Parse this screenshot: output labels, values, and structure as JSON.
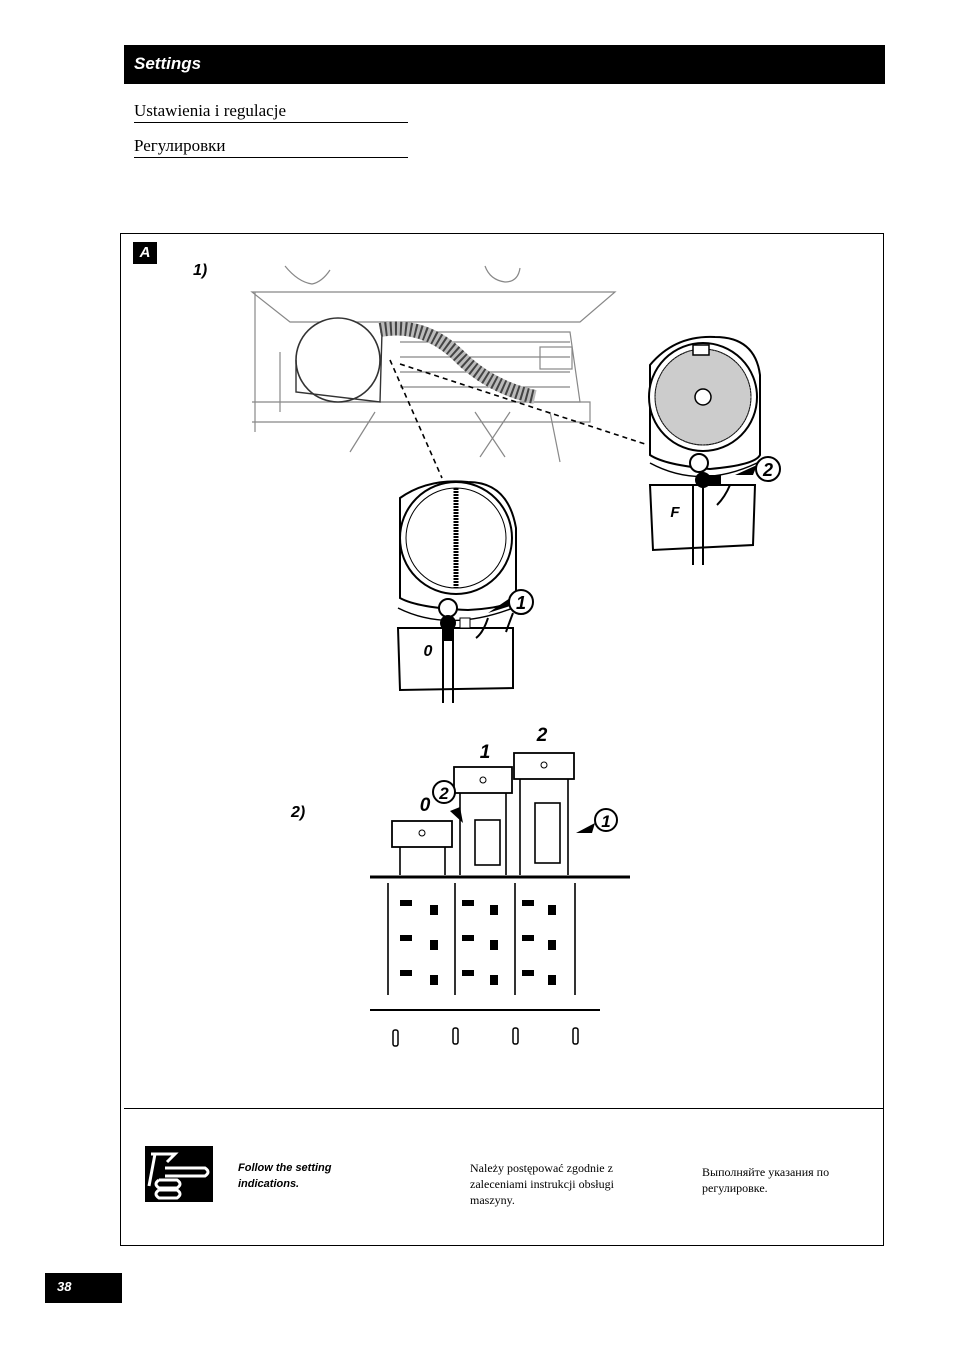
{
  "header": {
    "title": "Settings"
  },
  "subtitles": {
    "polish": "Ustawienia i regulacje",
    "russian": "Регулировки"
  },
  "figure": {
    "badge": "A",
    "step1_label": "1)",
    "step2_label": "2)",
    "valve_left": {
      "callout": "1",
      "position_label": "0"
    },
    "valve_right": {
      "callout": "2",
      "position_label": "F"
    },
    "shutters": {
      "label_0": "0",
      "label_1": "1",
      "label_2": "2",
      "callout_left": "2",
      "callout_right": "1"
    }
  },
  "note": {
    "icon": "settings-manual-icon",
    "english": "Follow the setting indications.",
    "polish": "Należy postępować zgodnie z zaleceniami instrukcji obsługi maszyny.",
    "russian": "Выполняйте указания по регулировке."
  },
  "footer": {
    "page_number": "38"
  }
}
